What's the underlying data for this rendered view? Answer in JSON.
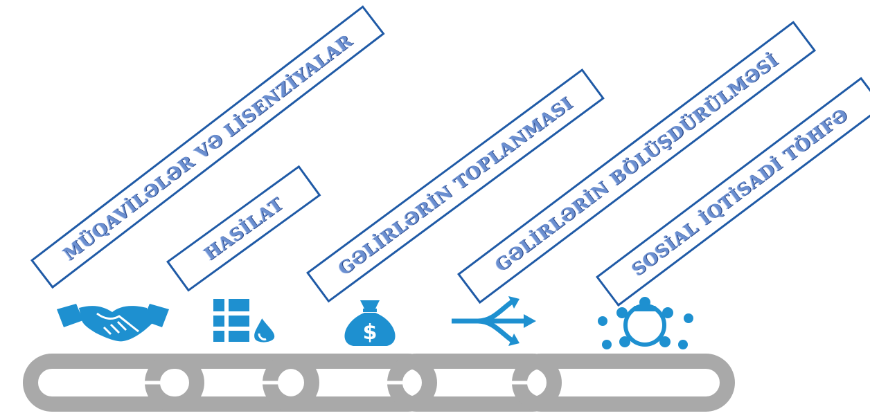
{
  "stages": [
    {
      "label": "MÜQAVİLƏLƏR VƏ LİSENZİYALAR",
      "icon": "handshake-icon"
    },
    {
      "label": "HASİLAT",
      "icon": "oil-barrel-icon"
    },
    {
      "label": "GƏLİRLƏRİN TOPLANMASI",
      "icon": "money-bag-icon"
    },
    {
      "label": "GƏLİRLƏRİN BÖLÜŞDÜRÜLMƏSİ",
      "icon": "distribution-arrows-icon"
    },
    {
      "label": "SOSİAL İQTİSADİ TÖHFƏ",
      "icon": "community-circle-icon"
    }
  ],
  "icon_glyphs": {
    "money_bag_symbol": "$"
  },
  "colors": {
    "accent_blue": "#1e90d0",
    "box_border": "#1f5aa6",
    "label_text": "#6b8fd0",
    "chain_gray": "#a9a9a9"
  }
}
